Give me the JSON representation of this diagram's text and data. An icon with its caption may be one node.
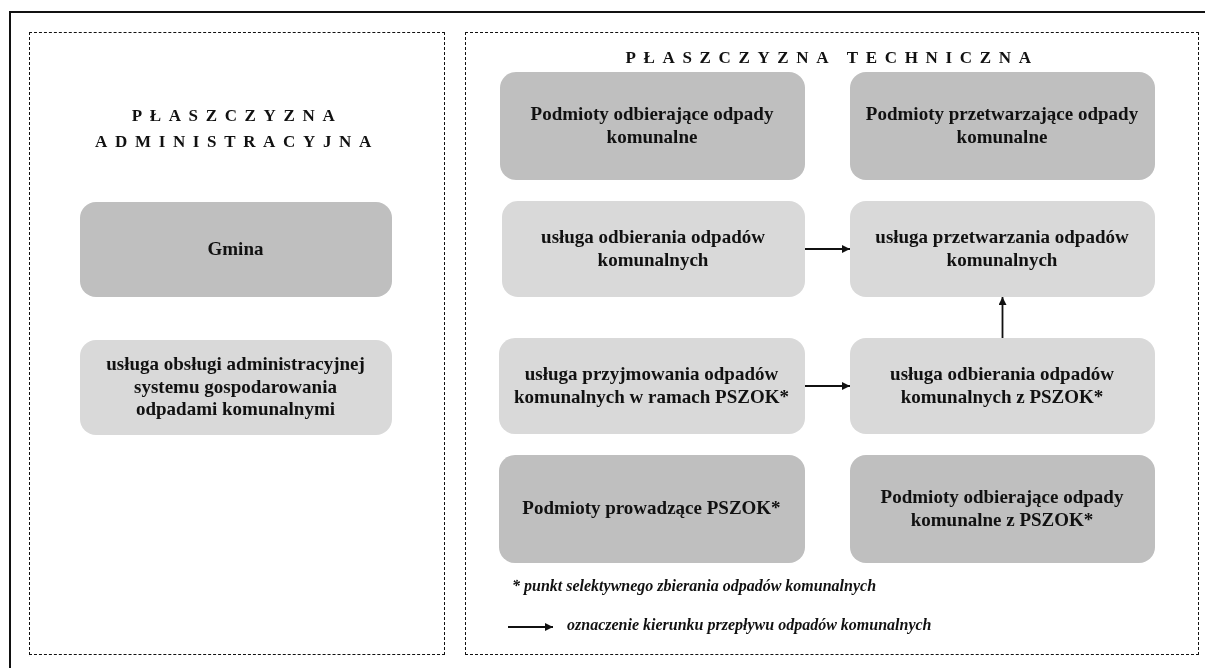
{
  "diagram": {
    "nodes": [
      {
        "text": [
          "PŁASZCZYZNA ADMINISTRACYJNA"
        ]
      },
      {
        "text": [
          "Gmina"
        ],
        "in": 0
      },
      {
        "text": [
          "usługa obsługi administracyjnej systemu gospodarowania odpadami komunalnymi"
        ],
        "in": 0
      },
      {
        "text": [
          "PŁASZCZYZNA TECHNICZNA"
        ]
      },
      {
        "text": [
          "Podmioty odbierające odpady komunalne"
        ],
        "in": 3
      },
      {
        "text": [
          "Podmioty przetwarzające odpady komunalne"
        ],
        "in": 3
      },
      {
        "text": [
          "usługa odbierania odpadów komunalnych"
        ],
        "in": 3
      },
      {
        "text": [
          "usługa przetwarzania odpadów komunalnych"
        ],
        "in": 3
      },
      {
        "text": [
          "usługa przyjmowania odpadów komunalnych w ramach PSZOK*"
        ],
        "in": 3
      },
      {
        "text": [
          "usługa odbierania odpadów komunalnych z PSZOK*"
        ],
        "in": 3
      },
      {
        "text": [
          "Podmioty prowadzące PSZOK*"
        ],
        "in": 3
      },
      {
        "text": [
          "Podmioty odbierające odpady komunalne z PSZOK*"
        ],
        "in": 3
      }
    ],
    "edges": [
      {
        "from": 6,
        "to": 7,
        "arrow": "to"
      },
      {
        "from": 8,
        "to": 9,
        "arrow": "to"
      },
      {
        "from": 9,
        "to": 7,
        "arrow": "to"
      }
    ],
    "labels": [
      "* punkt selektywnego zbierania odpadów komunalnych"
    ],
    "legend": [
      {
        "text": "oznaczenie kierunku przepływu odpadów komunalnych"
      }
    ]
  }
}
